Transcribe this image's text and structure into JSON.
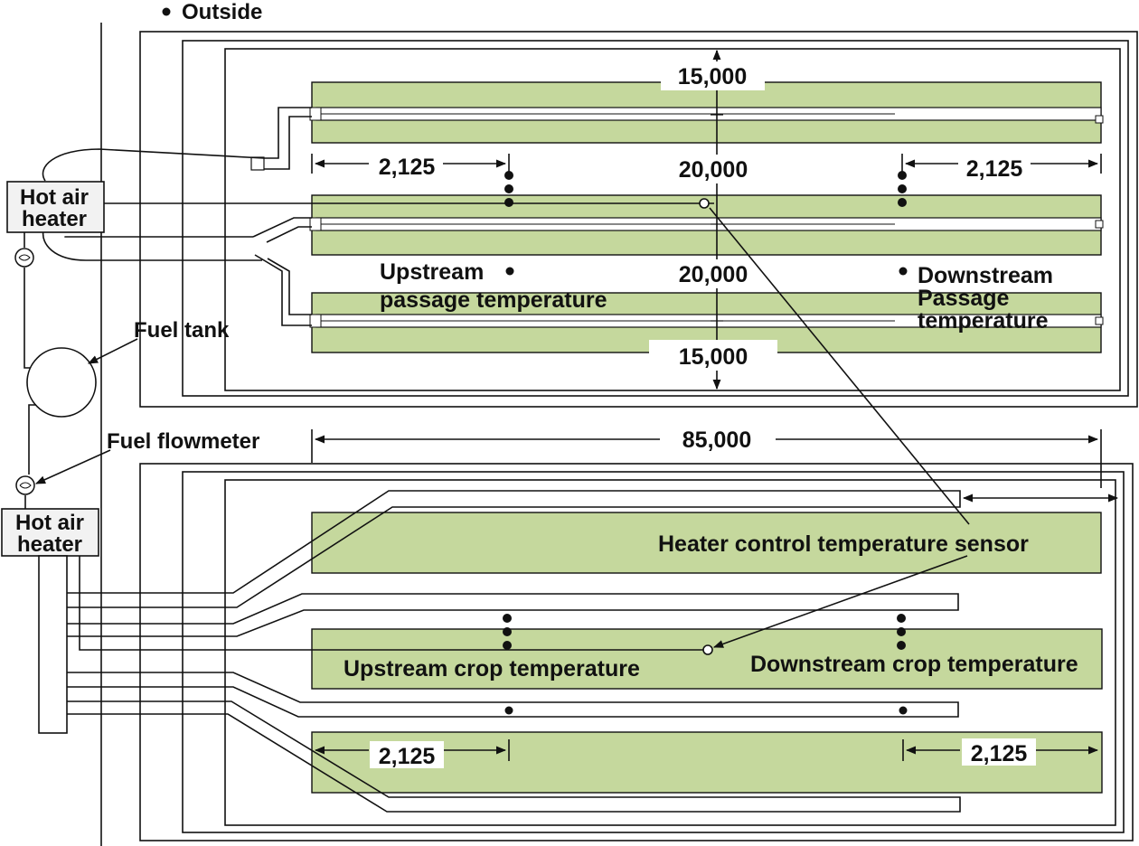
{
  "labels": {
    "outside": "Outside",
    "heater_line1": "Hot air",
    "heater_line2": "heater",
    "fuel_tank": "Fuel tank",
    "fuel_flowmeter": "Fuel flowmeter",
    "upstream_passage_line1": "Upstream",
    "upstream_passage_line2": "passage temperature",
    "downstream_passage_line1": "Downstream",
    "downstream_passage_line2": "Passage",
    "downstream_passage_line3": "temperature",
    "heater_control_sensor": "Heater control temperature sensor",
    "upstream_crop": "Upstream crop temperature",
    "downstream_crop": "Downstream crop temperature"
  },
  "dimensions": {
    "width_top": "15,000",
    "gap_1": "20,000",
    "gap_2": "20,000",
    "width_bottom": "15,000",
    "length": "85,000",
    "sensor_offset_top_left": "2,125",
    "sensor_offset_top_right": "2,125",
    "sensor_offset_bottom_left": "2,125",
    "sensor_offset_bottom_right": "2,125"
  },
  "colors": {
    "crop_bed": "#c5d89d",
    "line": "#111111"
  }
}
